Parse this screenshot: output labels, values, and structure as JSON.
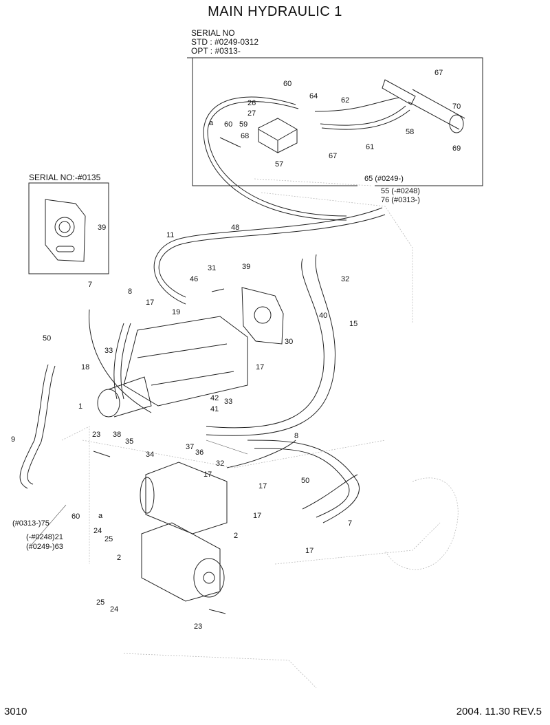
{
  "title": "MAIN HYDRAULIC 1",
  "serial_block": {
    "heading": "SERIAL NO",
    "std": "STD : #0249-0312",
    "opt": "OPT : #0313-"
  },
  "serial_small": "SERIAL NO:-#0135",
  "footer": {
    "page": "3010",
    "date_rev": "2004. 11.30  REV.5"
  },
  "callouts": [
    {
      "id": "c60a",
      "text": "60"
    },
    {
      "id": "c64",
      "text": "64"
    },
    {
      "id": "c62",
      "text": "62"
    },
    {
      "id": "c67a",
      "text": "67"
    },
    {
      "id": "c26",
      "text": "26"
    },
    {
      "id": "c27",
      "text": "27"
    },
    {
      "id": "c60b",
      "text": "60"
    },
    {
      "id": "c59",
      "text": "59"
    },
    {
      "id": "c68",
      "text": "68"
    },
    {
      "id": "c57",
      "text": "57"
    },
    {
      "id": "c67b",
      "text": "67"
    },
    {
      "id": "c61",
      "text": "61"
    },
    {
      "id": "c58",
      "text": "58"
    },
    {
      "id": "c70",
      "text": "70"
    },
    {
      "id": "c69",
      "text": "69"
    },
    {
      "id": "ca1",
      "text": "a"
    },
    {
      "id": "c39a",
      "text": "39"
    },
    {
      "id": "c65",
      "text": "65 (#0249-)"
    },
    {
      "id": "c55",
      "text": "55 (-#0248)"
    },
    {
      "id": "c76",
      "text": "76 (#0313-)"
    },
    {
      "id": "c48",
      "text": "48"
    },
    {
      "id": "c11",
      "text": "11"
    },
    {
      "id": "c31",
      "text": "31"
    },
    {
      "id": "c39b",
      "text": "39"
    },
    {
      "id": "c46",
      "text": "46"
    },
    {
      "id": "c32a",
      "text": "32"
    },
    {
      "id": "c7a",
      "text": "7"
    },
    {
      "id": "c8a",
      "text": "8"
    },
    {
      "id": "c17a",
      "text": "17"
    },
    {
      "id": "c19",
      "text": "19"
    },
    {
      "id": "c40",
      "text": "40"
    },
    {
      "id": "c15",
      "text": "15"
    },
    {
      "id": "c50a",
      "text": "50"
    },
    {
      "id": "c33a",
      "text": "33"
    },
    {
      "id": "c30",
      "text": "30"
    },
    {
      "id": "c18",
      "text": "18"
    },
    {
      "id": "c17b",
      "text": "17"
    },
    {
      "id": "c1",
      "text": "1"
    },
    {
      "id": "c42",
      "text": "42"
    },
    {
      "id": "c33b",
      "text": "33"
    },
    {
      "id": "c41",
      "text": "41"
    },
    {
      "id": "c9",
      "text": "9"
    },
    {
      "id": "c23a",
      "text": "23"
    },
    {
      "id": "c38",
      "text": "38"
    },
    {
      "id": "c35",
      "text": "35"
    },
    {
      "id": "c8b",
      "text": "8"
    },
    {
      "id": "c37",
      "text": "37"
    },
    {
      "id": "c34",
      "text": "34"
    },
    {
      "id": "c36",
      "text": "36"
    },
    {
      "id": "c32b",
      "text": "32"
    },
    {
      "id": "c17c",
      "text": "17"
    },
    {
      "id": "c17d",
      "text": "17"
    },
    {
      "id": "c50b",
      "text": "50"
    },
    {
      "id": "c60c",
      "text": "60"
    },
    {
      "id": "ca2",
      "text": "a"
    },
    {
      "id": "c75",
      "text": "(#0313-)75"
    },
    {
      "id": "c24a",
      "text": "24"
    },
    {
      "id": "c21",
      "text": "(-#0248)21"
    },
    {
      "id": "c63",
      "text": "(#0249-)63"
    },
    {
      "id": "c25a",
      "text": "25"
    },
    {
      "id": "c2a",
      "text": "2"
    },
    {
      "id": "c17e",
      "text": "17"
    },
    {
      "id": "c7b",
      "text": "7"
    },
    {
      "id": "c17f",
      "text": "17"
    },
    {
      "id": "c2b",
      "text": "2"
    },
    {
      "id": "c25b",
      "text": "25"
    },
    {
      "id": "c24b",
      "text": "24"
    },
    {
      "id": "c23b",
      "text": "23"
    }
  ]
}
